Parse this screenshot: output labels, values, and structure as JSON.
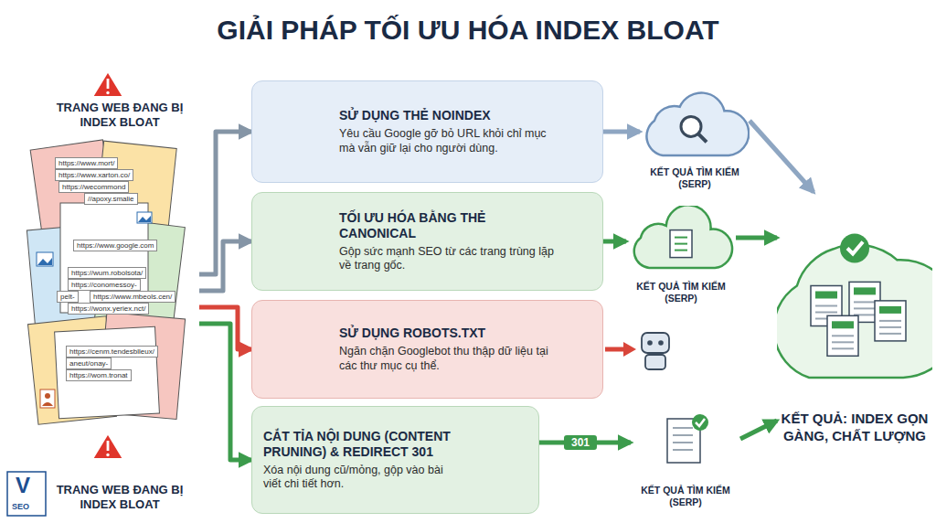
{
  "diagram": {
    "title": "GIẢI PHÁP TỐI ƯU HÓA INDEX BLOAT",
    "nodes": [
      {
        "text": [
          "TRANG WEB ĐANG BỊ INDEX BLOAT",
          "TRANG WEB ĐANG BỊ INDEX BLOAT"
        ]
      },
      {
        "text": [
          "SỬ DỤNG THẺ NOINDEX",
          "Yêu cầu Google gỡ bỏ URL khỏi chỉ mục mà vẫn giữ lại cho người dùng."
        ]
      },
      {
        "text": [
          "KẾT QUẢ TÌM KIẾM (SERP)"
        ]
      },
      {
        "text": [
          "TỐI ƯU HÓA BẰNG THẺ CANONICAL",
          "Gộp sức mạnh SEO từ các trang trùng lặp về trang gốc."
        ]
      },
      {
        "text": [
          "KẾT QUẢ TÌM KIẾM (SERP)"
        ]
      },
      {
        "text": [
          "SỬ DỤNG ROBOTS.TXT",
          "Ngăn chặn Googlebot thu thập dữ liệu tại các thư mục cụ thể."
        ]
      },
      {
        "text": [
          "CẮT TỈA NỘI DUNG (CONTENT PRUNING) & REDIRECT 301",
          "Xóa nội dung cũ/mỏng, gộp vào bài viết chi tiết hơn."
        ]
      },
      {
        "text": [
          "KẾT QUẢ TÌM KIẾM (SERP)"
        ]
      },
      {
        "text": [
          "KẾT QUẢ: INDEX GỌN GÀNG, CHẤT LƯỢNG"
        ]
      }
    ],
    "edges": [
      {
        "from": 0,
        "to": 1,
        "arrow": "to"
      },
      {
        "from": 0,
        "to": 3,
        "arrow": "to"
      },
      {
        "from": 0,
        "to": 5,
        "arrow": "to"
      },
      {
        "from": 0,
        "to": 6,
        "arrow": "to"
      },
      {
        "from": 1,
        "to": 2,
        "arrow": "to"
      },
      {
        "from": 3,
        "to": 4,
        "arrow": "to"
      },
      {
        "from": 6,
        "to": 7,
        "label": "301",
        "arrow": "to"
      },
      {
        "from": 2,
        "to": 8,
        "arrow": "to"
      },
      {
        "from": 4,
        "to": 8,
        "arrow": "to"
      },
      {
        "from": 7,
        "to": 8,
        "arrow": "to"
      }
    ],
    "labels": [
      "https://www.mort/",
      "https://www.xarton.co/",
      "https://wecommond",
      "//apoxy.smalie",
      "https://www.google.com",
      "https://wum.robolsota/",
      "https://conomessoy-",
      "pelt-",
      "https://www.mbeols.cen/",
      "https://wonx.yeriex.nct/",
      "https://cenm.tendesblleux/",
      "aneut/onay-",
      "https://wom.tronat",
      "V",
      "SEO"
    ]
  }
}
